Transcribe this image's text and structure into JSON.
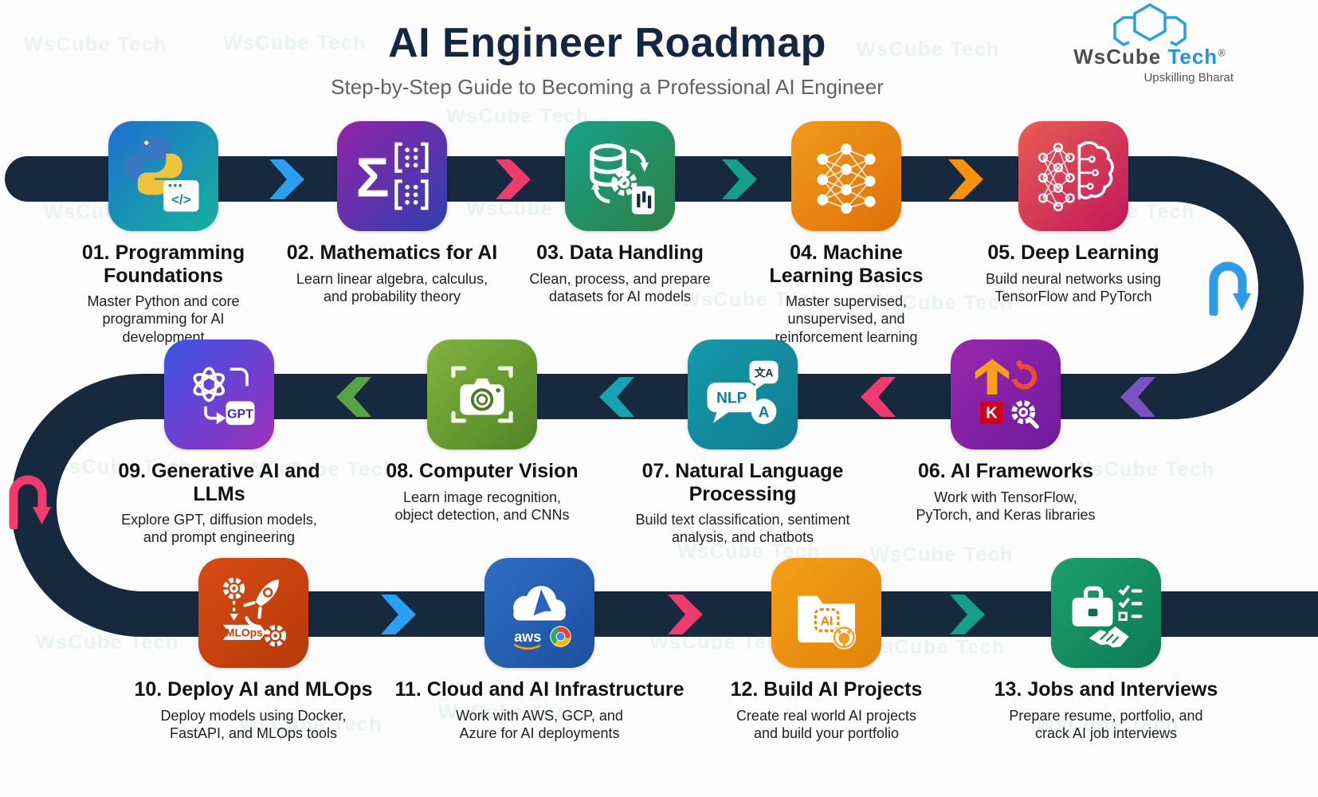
{
  "header": {
    "title": "AI Engineer Roadmap",
    "subtitle": "Step-by-Step Guide to Becoming a Professional AI Engineer"
  },
  "logo": {
    "brand_ws": "WsCube",
    "brand_tech": "Tech",
    "registered": "®",
    "tagline": "Upskilling Bharat"
  },
  "watermark": "WsCube Tech",
  "colors": {
    "road": "#16293f",
    "title": "#152642",
    "subtitle": "#5f6368",
    "logo_blue": "#2196d9",
    "watermark_teal": "#15a08e"
  },
  "steps": [
    {
      "title": "01. Programming Foundations",
      "description": "Master Python and core programming for AI development",
      "icon": "python-code",
      "icon_gradient": [
        "#1f6fd0",
        "#14b39a"
      ]
    },
    {
      "title": "02. Mathematics for AI",
      "description": "Learn linear algebra, calculus, and probability theory",
      "icon": "sigma-matrix",
      "icon_gradient": [
        "#9224a8",
        "#2f3fb0"
      ]
    },
    {
      "title": "03. Data Handling",
      "description": "Clean, process, and prepare datasets for AI models",
      "icon": "database-gear",
      "icon_gradient": [
        "#18a289",
        "#2d8043"
      ]
    },
    {
      "title": "04. Machine Learning Basics",
      "description": "Master supervised, unsupervised, and reinforcement learning",
      "icon": "neural-network",
      "icon_gradient": [
        "#f09a1c",
        "#e07107"
      ]
    },
    {
      "title": "05. Deep Learning",
      "description": "Build neural networks using TensorFlow and PyTorch",
      "icon": "brain-network",
      "icon_gradient": [
        "#e85d52",
        "#c2185b"
      ]
    },
    {
      "title": "06. AI Frameworks",
      "description": "Work with TensorFlow, PyTorch, and Keras libraries",
      "icon": "tf-pytorch-keras-gear",
      "icon_gradient": [
        "#9a27ad",
        "#6d1b9e"
      ]
    },
    {
      "title": "07. Natural Language Processing",
      "description": "Build text classification, sentiment analysis, and chatbots",
      "icon": "nlp-chat-bubbles",
      "icon_gradient": [
        "#1699ad",
        "#0f7e8f"
      ]
    },
    {
      "title": "08. Computer Vision",
      "description": "Learn image recognition, object detection, and CNNs",
      "icon": "camera-viewfinder",
      "icon_gradient": [
        "#83b33e",
        "#4f8526"
      ]
    },
    {
      "title": "09. Generative AI and LLMs",
      "description": "Explore GPT, diffusion models, and prompt engineering",
      "icon": "openai-gpt",
      "icon_gradient": [
        "#3b55e6",
        "#9d2fbc"
      ]
    },
    {
      "title": "10. Deploy AI and MLOps",
      "description": "Deploy models using Docker, FastAPI, and MLOps tools",
      "icon": "rocket-gears-mlops",
      "icon_gradient": [
        "#d84a12",
        "#b63a0a"
      ]
    },
    {
      "title": "11. Cloud and AI Infrastructure",
      "description": "Work with AWS, GCP, and Azure for AI deployments",
      "icon": "cloud-aws-azure-gcp",
      "icon_gradient": [
        "#2f6ec4",
        "#1d4f9e"
      ]
    },
    {
      "title": "12. Build AI Projects",
      "description": "Create real world AI projects and build your portfolio",
      "icon": "folder-ai-github",
      "icon_gradient": [
        "#f2a015",
        "#e3830b"
      ]
    },
    {
      "title": "13. Jobs and Interviews",
      "description": "Prepare resume, portfolio, and crack AI job interviews",
      "icon": "briefcase-handshake",
      "icon_gradient": [
        "#1ca06c",
        "#0e7a55"
      ]
    }
  ],
  "arrows": [
    {
      "between": "01-02",
      "direction": "right",
      "color": "#2b9ff2"
    },
    {
      "between": "02-03",
      "direction": "right",
      "color": "#ef3b6d"
    },
    {
      "between": "03-04",
      "direction": "right",
      "color": "#159e8c"
    },
    {
      "between": "04-05",
      "direction": "right",
      "color": "#f5920a"
    },
    {
      "between": "row1-row2",
      "direction": "u-turn-down",
      "color": "#2e9be6"
    },
    {
      "between": "turn-06",
      "direction": "left",
      "color": "#7b52c1"
    },
    {
      "between": "06-07",
      "direction": "left",
      "color": "#ef3b6d"
    },
    {
      "between": "07-08",
      "direction": "left",
      "color": "#17a3b0"
    },
    {
      "between": "08-09",
      "direction": "left",
      "color": "#55a445"
    },
    {
      "between": "row2-row3",
      "direction": "u-turn-down",
      "color": "#ef3b6d"
    },
    {
      "between": "10-11",
      "direction": "right",
      "color": "#2b9ff2"
    },
    {
      "between": "11-12",
      "direction": "right",
      "color": "#ef3b6d"
    },
    {
      "between": "12-13",
      "direction": "right",
      "color": "#159e8c"
    }
  ],
  "icon_labels": {
    "code": "</>",
    "sigma": "Σ",
    "nlp": "NLP",
    "translate": "文A",
    "letter_a": "A",
    "gpt": "GPT",
    "keras_k": "K",
    "mlops": "MLOps",
    "aws": "aws",
    "ai_chip": "AI"
  }
}
